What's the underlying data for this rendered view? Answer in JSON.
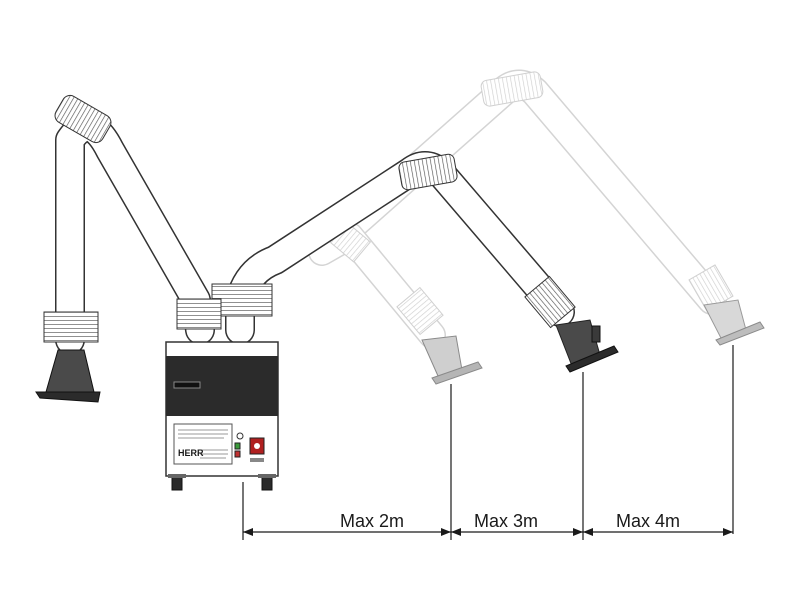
{
  "diagram": {
    "unit": {
      "brand": "HERR"
    },
    "dimensions": [
      {
        "label": "Max 2m"
      },
      {
        "label": "Max 3m"
      },
      {
        "label": "Max 4m"
      }
    ],
    "colors": {
      "arm_fill": "#ffffff",
      "arm_stroke": "#333333",
      "ghost_stroke": "#c8c8c8",
      "hood_dark": "#4a4a4a",
      "hood_ghost": "#9a9a9a",
      "cabinet_dark": "#2b2b2b",
      "line": "#1a1a1a"
    }
  }
}
